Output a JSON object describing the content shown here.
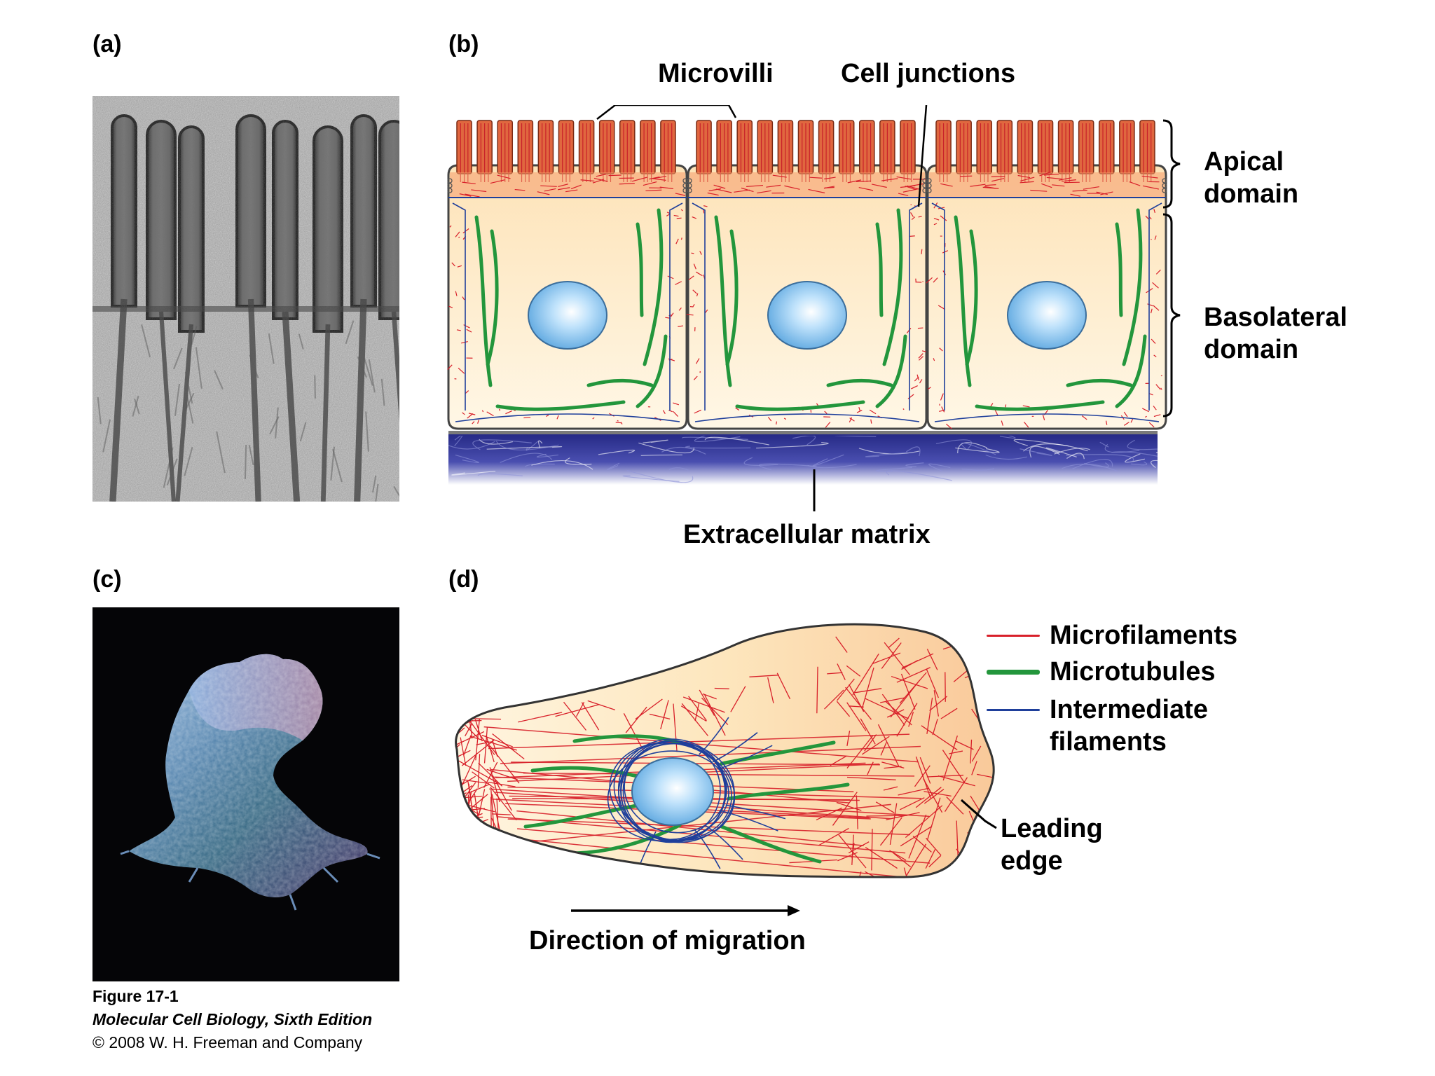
{
  "panels": {
    "a": "(a)",
    "b": "(b)",
    "c": "(c)",
    "d": "(d)"
  },
  "panel_b": {
    "microvilli": "Microvilli",
    "cell_junctions": "Cell junctions",
    "apical_domain": [
      "Apical",
      "domain"
    ],
    "basolateral_domain": [
      "Basolateral",
      "domain"
    ],
    "extracellular_matrix": "Extracellular matrix"
  },
  "panel_d": {
    "legend": [
      {
        "label": [
          "Microfilaments"
        ],
        "color": "#d8202a"
      },
      {
        "label": [
          "Microtubules"
        ],
        "color": "#23963c"
      },
      {
        "label": [
          "Intermediate",
          "filaments"
        ],
        "color": "#1f3f9b"
      }
    ],
    "leading_edge": [
      "Leading",
      "edge"
    ],
    "direction": "Direction of migration"
  },
  "caption": {
    "figure": "Figure 17-1",
    "book": "Molecular Cell Biology, Sixth Edition",
    "copyright": "© 2008 W. H. Freeman and Company"
  },
  "colors": {
    "microvilli": "#e0673f",
    "cytoplasm": "#fde6bd",
    "nucleus": "#7cc0ef",
    "ecm": "#2b2f8f"
  }
}
